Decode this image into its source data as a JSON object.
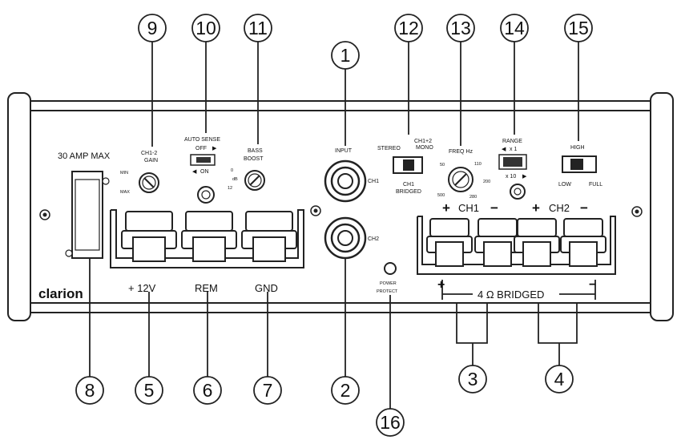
{
  "brand": "clarion",
  "callouts": [
    "1",
    "2",
    "3",
    "4",
    "5",
    "6",
    "7",
    "8",
    "9",
    "10",
    "11",
    "12",
    "13",
    "14",
    "15",
    "16"
  ],
  "labels": {
    "amp_max": "30 AMP MAX",
    "gain_title": "CH1-2",
    "gain_sub": "GAIN",
    "gain_min": "MIN",
    "gain_max": "MAX",
    "auto_sense": "AUTO SENSE",
    "auto_off": "OFF",
    "auto_on": "ON",
    "bass": "BASS",
    "boost": "BOOST",
    "bass_0": "0",
    "bass_db": "dB",
    "bass_12": "12",
    "input": "INPUT",
    "ch1": "CH1",
    "ch2": "CH2",
    "stereo": "STEREO",
    "ch12_mono": "CH1+2",
    "mono": "MONO",
    "ch1_bridged": "CH1",
    "bridged": "BRIDGED",
    "freq": "FREQ Hz",
    "f50": "50",
    "f110": "110",
    "f200": "200",
    "f280": "280",
    "f500": "500",
    "range": "RANGE",
    "x1": "x 1",
    "x10": "x 10",
    "high": "HIGH",
    "low": "LOW",
    "full": "FULL",
    "plus": "+",
    "minus": "−",
    "ch1_out": "CH1",
    "ch2_out": "CH2",
    "v12": "+ 12V",
    "rem": "REM",
    "gnd": "GND",
    "power": "POWER",
    "protect": "PROTECT",
    "bridged_out": "4 Ω  BRIDGED"
  }
}
